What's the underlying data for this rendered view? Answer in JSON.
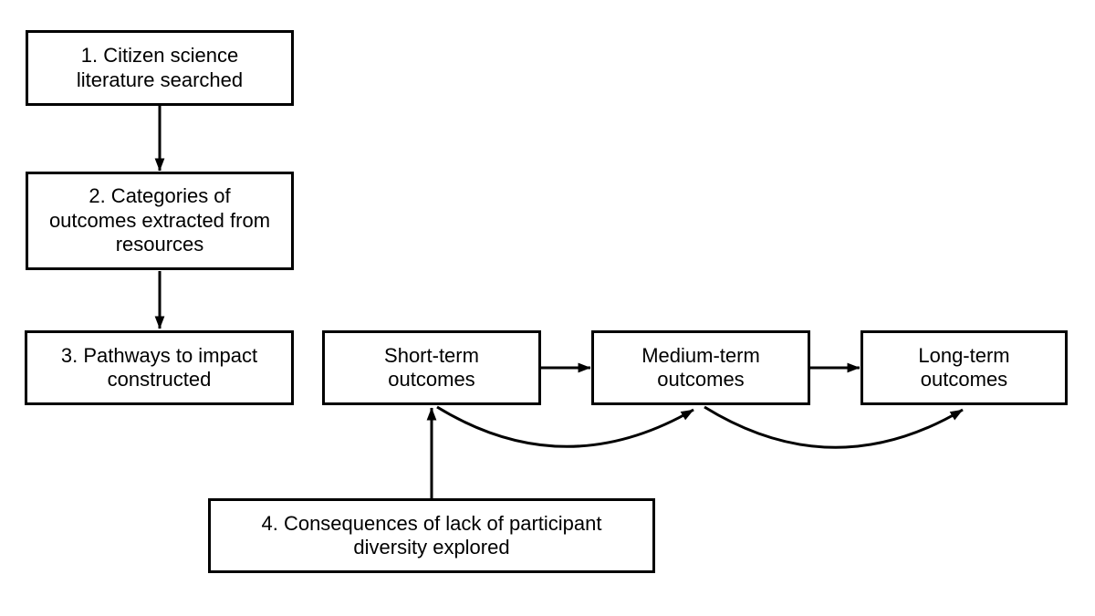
{
  "colors": {
    "background": "#ffffff",
    "line": "#000000",
    "box-fill": "#ffffff",
    "text": "#000000"
  },
  "boxes": {
    "step1": {
      "lines": [
        "1. Citizen science",
        "literature searched"
      ]
    },
    "step2": {
      "lines": [
        "2. Categories of",
        "outcomes extracted from",
        "resources"
      ]
    },
    "step3": {
      "lines": [
        "3. Pathways to impact",
        "constructed"
      ]
    },
    "short_term": {
      "lines": [
        "Short-term",
        "outcomes"
      ]
    },
    "medium_term": {
      "lines": [
        "Medium-term",
        "outcomes"
      ]
    },
    "long_term": {
      "lines": [
        "Long-term",
        "outcomes"
      ]
    },
    "step4": {
      "lines": [
        "4. Consequences of lack of participant",
        "diversity explored"
      ]
    }
  },
  "connections": [
    {
      "from": "step1",
      "to": "step2",
      "style": "straight-down"
    },
    {
      "from": "step2",
      "to": "step3",
      "style": "straight-down"
    },
    {
      "from": "short_term",
      "to": "medium_term",
      "style": "straight-right"
    },
    {
      "from": "medium_term",
      "to": "long_term",
      "style": "straight-right"
    },
    {
      "from": "step4",
      "to": "short_term",
      "style": "straight-up"
    },
    {
      "from": "short_term",
      "to": "medium_term",
      "style": "curved-below"
    },
    {
      "from": "medium_term",
      "to": "long_term",
      "style": "curved-below"
    }
  ]
}
